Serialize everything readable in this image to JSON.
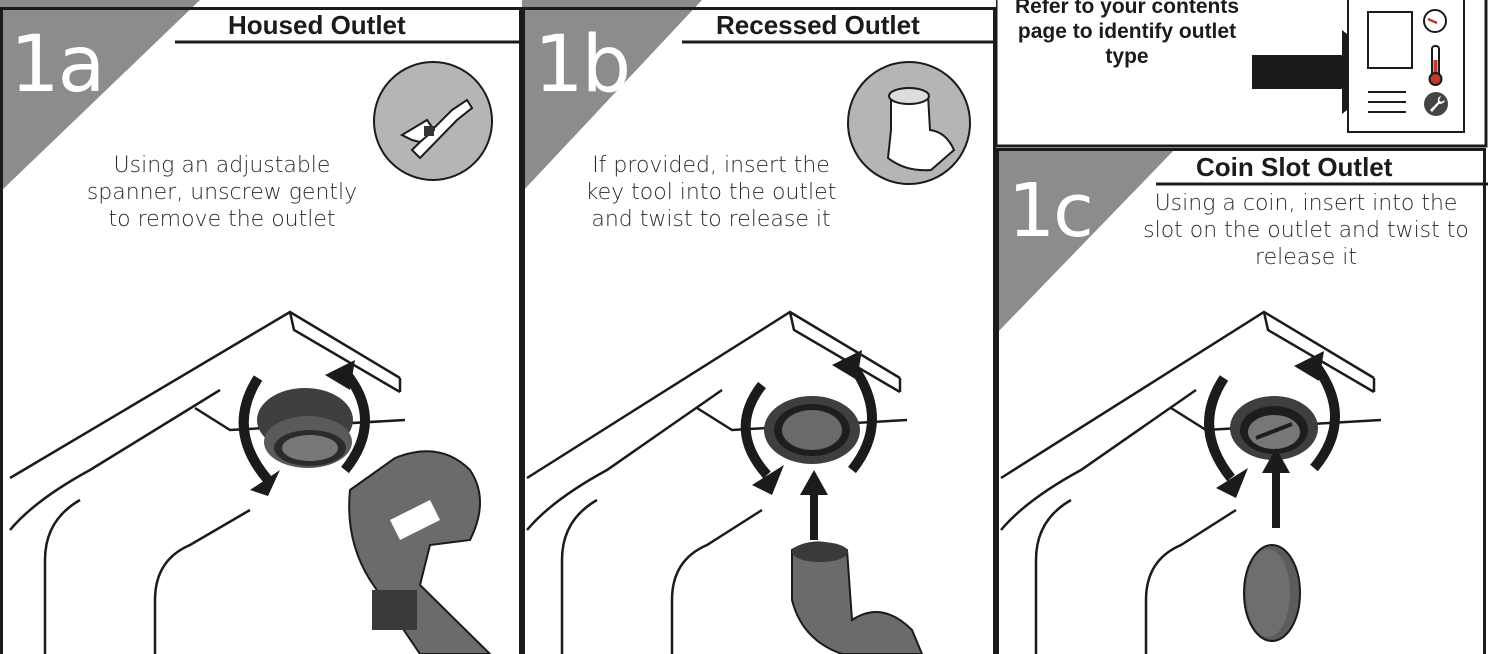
{
  "panel_a": {
    "number": "1a",
    "title": "Housed Outlet",
    "description": "Using an adjustable spanner, unscrew gently to remove the outlet",
    "tool_icon": "adjustable-spanner-icon"
  },
  "panel_b": {
    "number": "1b",
    "title": "Recessed Outlet",
    "description": "If provided, insert the key tool into the outlet and twist to release it",
    "tool_icon": "key-tool-icon"
  },
  "panel_c": {
    "number": "1c",
    "title": "Coin Slot Outlet",
    "description": "Using a coin, insert into the slot on the outlet and twist to release it",
    "tool_icon": "coin-icon"
  },
  "reference": {
    "text": "Refer to your contents page to identify outlet type",
    "icons": [
      "pressure-gauge-icon",
      "thermometer-icon",
      "spanner-icon"
    ]
  },
  "colors": {
    "triangle": "#8c8c8c",
    "line": "#1b1b1b",
    "part": "#5a5a5a",
    "thermometer": "#c0392b"
  }
}
